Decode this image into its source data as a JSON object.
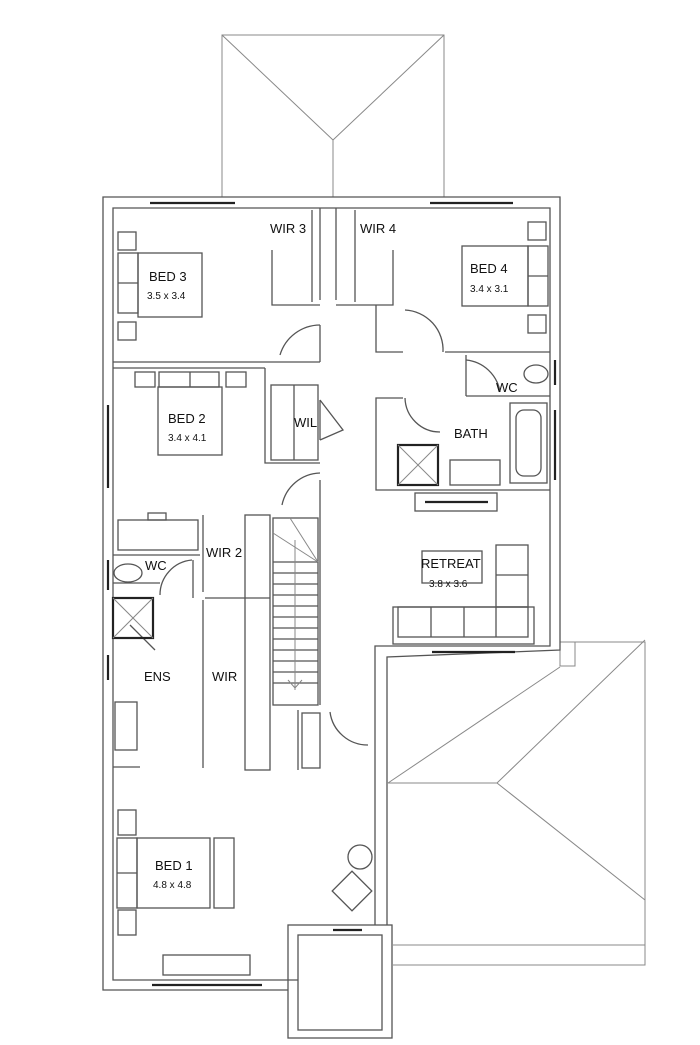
{
  "rooms": {
    "wir3": {
      "name": "WIR 3"
    },
    "wir4": {
      "name": "WIR 4"
    },
    "bed3": {
      "name": "BED 3",
      "size": "3.5 x 3.4"
    },
    "bed4": {
      "name": "BED 4",
      "size": "3.4 x 3.1"
    },
    "wc_upper": {
      "name": "WC"
    },
    "bed2": {
      "name": "BED 2",
      "size": "3.4 x 4.1"
    },
    "wil": {
      "name": "WIL"
    },
    "bath": {
      "name": "BATH"
    },
    "wir2": {
      "name": "WIR 2"
    },
    "wc_ens": {
      "name": "WC"
    },
    "retreat": {
      "name": "RETREAT",
      "size": "3.8 x 3.6"
    },
    "ens": {
      "name": "ENS"
    },
    "wir": {
      "name": "WIR"
    },
    "bed1": {
      "name": "BED 1",
      "size": "4.8 x 4.8"
    }
  },
  "colors": {
    "line": "#555555",
    "background": "#ffffff"
  }
}
